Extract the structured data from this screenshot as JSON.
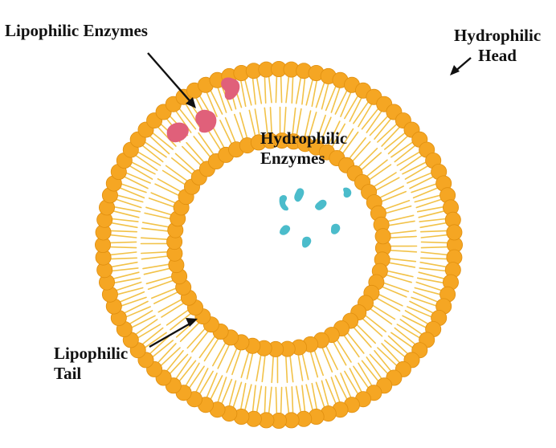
{
  "colors": {
    "head": "#f5a623",
    "head_stroke": "#e08f0f",
    "tail": "#f2c248",
    "lipophilic_enzyme": "#e0607a",
    "hydrophilic_enzyme": "#4bbccb",
    "arrow": "#111111",
    "text": "#111111"
  },
  "labels": {
    "lipophilic_enzymes": "Lipophilic Enzymes",
    "hydrophilic_head": [
      "Hydrophilic",
      "Head"
    ],
    "hydrophilic_enzymes": [
      "Hydrophilic",
      "Enzymes"
    ],
    "lipophilic_tail": [
      "Lipophilic",
      "Tail"
    ]
  }
}
